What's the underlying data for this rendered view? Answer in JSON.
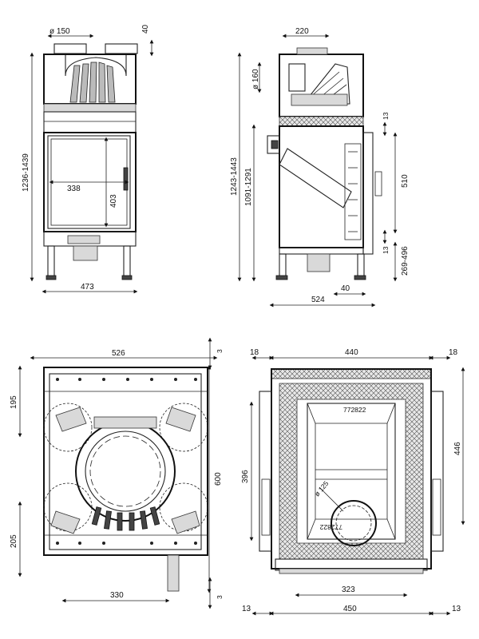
{
  "front_view": {
    "dim_flue": "ø 150",
    "dim_top": "40",
    "dim_height_range": "1236-1439",
    "dim_window_width": "338",
    "dim_window_height": "403",
    "dim_width": "473"
  },
  "side_view": {
    "dim_top_width": "220",
    "dim_air_inlet": "ø 160",
    "dim_height_total": "1243-1443",
    "dim_height_mid": "1091-1291",
    "dim_gap_top": "13",
    "dim_door": "510",
    "dim_gap_bottom": "13",
    "dim_legs": "269-496",
    "dim_offset": "40",
    "dim_depth": "524"
  },
  "bottom_view": {
    "dim_width": "526",
    "dim_top_gap": "3",
    "dim_top_offset": "195",
    "dim_height": "600",
    "dim_bottom_offset": "205",
    "dim_bottom_gap": "3",
    "dim_inner": "330"
  },
  "top_view": {
    "dim_left_gap": "18",
    "dim_width": "440",
    "dim_right_gap": "18",
    "part_number_top": "772822",
    "dim_depth": "446",
    "dim_inner_depth": "396",
    "dim_duct": "ø 125",
    "part_number_bottom": "772822",
    "dim_inner_width": "323",
    "dim_side_left": "13",
    "dim_overall": "450",
    "dim_side_right": "13"
  }
}
